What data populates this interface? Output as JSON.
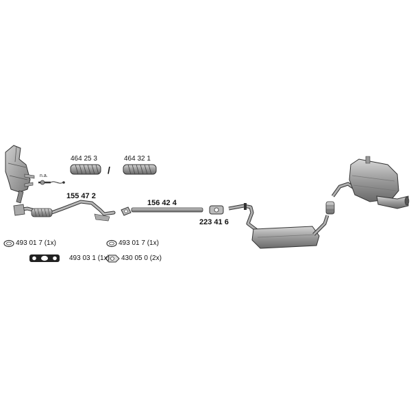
{
  "parts": {
    "catalyst_na": "n.a.",
    "flex_pipe_1": "464 25 3",
    "flex_pipe_2": "464 32 1",
    "separator": "/",
    "front_pipe": "155 47 2",
    "middle_pipe": "156 42 4",
    "clamp": "223 41 6"
  },
  "accessories": {
    "gasket_1": "493 01 7 (1x)",
    "gasket_2": "493 01 7 (1x)",
    "flange_gasket": "493 03 1 (1x)",
    "nut": "430 05 0 (2x)"
  },
  "colors": {
    "part_fill": "#9c9c9c",
    "part_dark": "#6e6e6e",
    "part_light": "#d2d2d2",
    "outline": "#333333"
  }
}
